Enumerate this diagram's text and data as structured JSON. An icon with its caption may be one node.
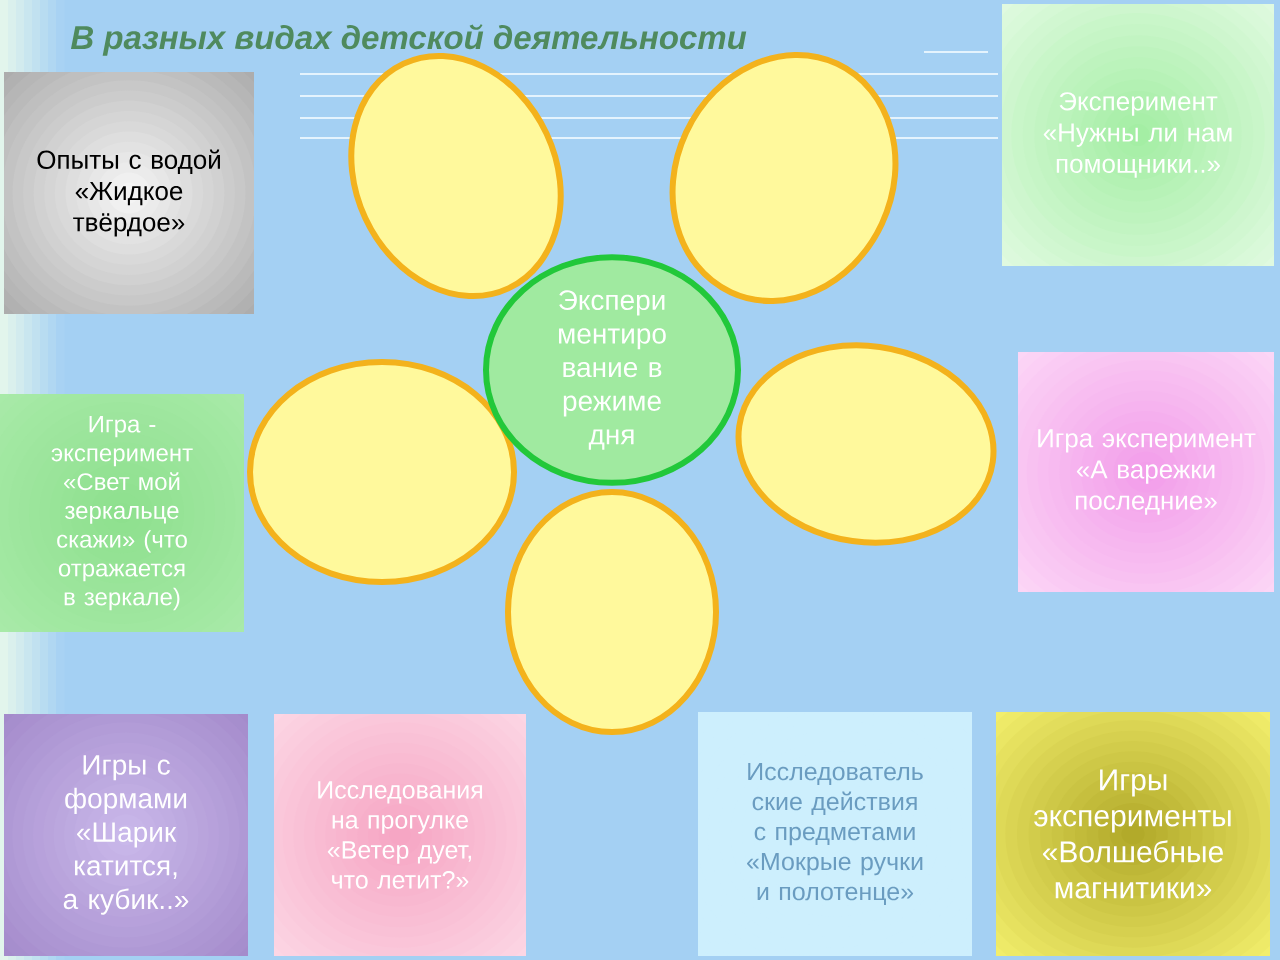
{
  "diagram": {
    "title": "В разных видах детской деятельности",
    "nodes": [
      {
        "text": [
          "Опыты с водой «Жидкое твёрдое»"
        ]
      },
      {
        "text": [],
        "shape": "ellipse"
      },
      {
        "text": [],
        "shape": "ellipse"
      },
      {
        "text": [
          "Эксперимент «Нужны ли нам помощники..»"
        ]
      },
      {
        "text": [
          "Экспери ментиро вание в режиме дня"
        ]
      },
      {
        "text": [
          "Игра - эксперимент «Свет мой зеркальце скажи» (что отражается в зеркале)"
        ]
      },
      {
        "text": [],
        "shape": "ellipse"
      },
      {
        "text": [],
        "shape": "ellipse"
      },
      {
        "text": [
          "Игра эксперимент «А варежки последние»"
        ]
      },
      {
        "text": [],
        "shape": "ellipse"
      },
      {
        "text": [
          "Игры с формами «Шарик катится, а кубик..»"
        ]
      },
      {
        "text": [
          "Исследования на прогулке «Ветер дует, что летит?»"
        ]
      },
      {
        "text": [
          "Исследователь ские действия с предметами «Мокрые ручки и полотенце»"
        ]
      },
      {
        "text": [
          "Игры эксперименты «Волшебные магнитики»"
        ]
      }
    ]
  }
}
